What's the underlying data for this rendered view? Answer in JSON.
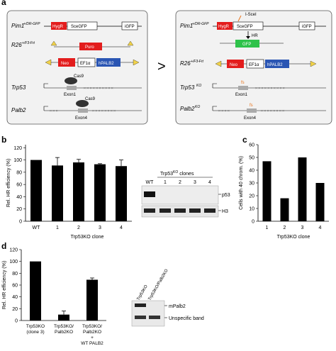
{
  "panel_a": {
    "letter": "a",
    "left_box": {
      "pim1_label": "Pim1",
      "pim1_sup": "+/DR-GFP",
      "hygr": "HygR",
      "scegfp": "SceGFP",
      "igfp": "iGFP",
      "r26_label": "R26",
      "r26_sup": "+/F3-Frt",
      "puro": "Puro",
      "neo": "Neo",
      "ef1a": "EF1α",
      "hpalb2": "hPALB2",
      "trp53_label": "Trp53",
      "palb2_label": "Palb2",
      "cas9_top": "Cas9",
      "cas9_bottom": "Cas9",
      "exon1": "Exon1",
      "exon4": "Exon4"
    },
    "right_box": {
      "pim1_label": "Pim1",
      "pim1_sup": "+/DR-GFP",
      "isce": "I-SceI",
      "hygr": "HygR",
      "scegfp": "SceGFP",
      "igfp": "iGFP",
      "hr": "HR",
      "gfp": "GFP",
      "r26_label": "R26",
      "r26_sup": "+/F3-Frt",
      "neo": "Neo",
      "ef1a": "EF1α",
      "hpalb2": "hPALB2",
      "trp53_label": "Trp53",
      "trp53_sup": "KO",
      "palb2_label": "Palb2",
      "palb2_sup": "KO",
      "fs1": "fs",
      "fs2": "fs",
      "exon1": "Exon1",
      "exon4": "Exon4"
    },
    "arrow": ">"
  },
  "panel_b": {
    "letter": "b",
    "blot_title": "Trp53",
    "blot_title_sup": "KO",
    "blot_title_suffix": " clones",
    "lanes": [
      "WT",
      "1",
      "2",
      "3",
      "4"
    ],
    "band_labels": [
      "p53",
      "H3"
    ]
  },
  "panel_c": {
    "letter": "c"
  },
  "panel_d": {
    "letter": "d",
    "blot_lanes": [
      "Trp53KO",
      "Trp53KO/Palb2KO"
    ],
    "band_labels": [
      "mPalb2",
      "Unspecific band"
    ]
  },
  "chart_data": [
    {
      "type": "bar",
      "panel": "b",
      "ylabel": "Rel. HR efficiency (%)",
      "xlabel": "Trp53KO clone",
      "categories": [
        "WT",
        "1",
        "2",
        "3",
        "4"
      ],
      "values": [
        100,
        91,
        96,
        93,
        90
      ],
      "errors": [
        0,
        13,
        5,
        1,
        10
      ],
      "ylim": [
        0,
        125
      ],
      "yticks": [
        0,
        20,
        40,
        60,
        80,
        100,
        120
      ]
    },
    {
      "type": "bar",
      "panel": "c",
      "ylabel": "Cells with 40 chrom. (%)",
      "xlabel": "Trp53KO clone",
      "categories": [
        "1",
        "2",
        "3",
        "4"
      ],
      "values": [
        47,
        18,
        50,
        30
      ],
      "errors": [
        0,
        0,
        0,
        0
      ],
      "ylim": [
        0,
        60
      ],
      "yticks": [
        0,
        10,
        20,
        30,
        40,
        50,
        60
      ]
    },
    {
      "type": "bar",
      "panel": "d",
      "ylabel": "Rel. HR efficiency (%)",
      "categories": [
        "Trp53KO (clone 3)",
        "Trp53KO/ Palb2KO",
        "Trp53KO/ Palb2KO + WT PALB2"
      ],
      "category_lines": [
        [
          "Trp53KO",
          "(clone 3)"
        ],
        [
          "Trp53KO/",
          "Palb2KO"
        ],
        [
          "Trp53KO/",
          "Palb2KO",
          "+",
          "WT PALB2"
        ]
      ],
      "values": [
        100,
        10,
        69
      ],
      "errors": [
        0,
        6,
        3
      ],
      "ylim": [
        0,
        120
      ],
      "yticks": [
        0,
        20,
        40,
        60,
        80,
        100,
        120
      ]
    }
  ]
}
